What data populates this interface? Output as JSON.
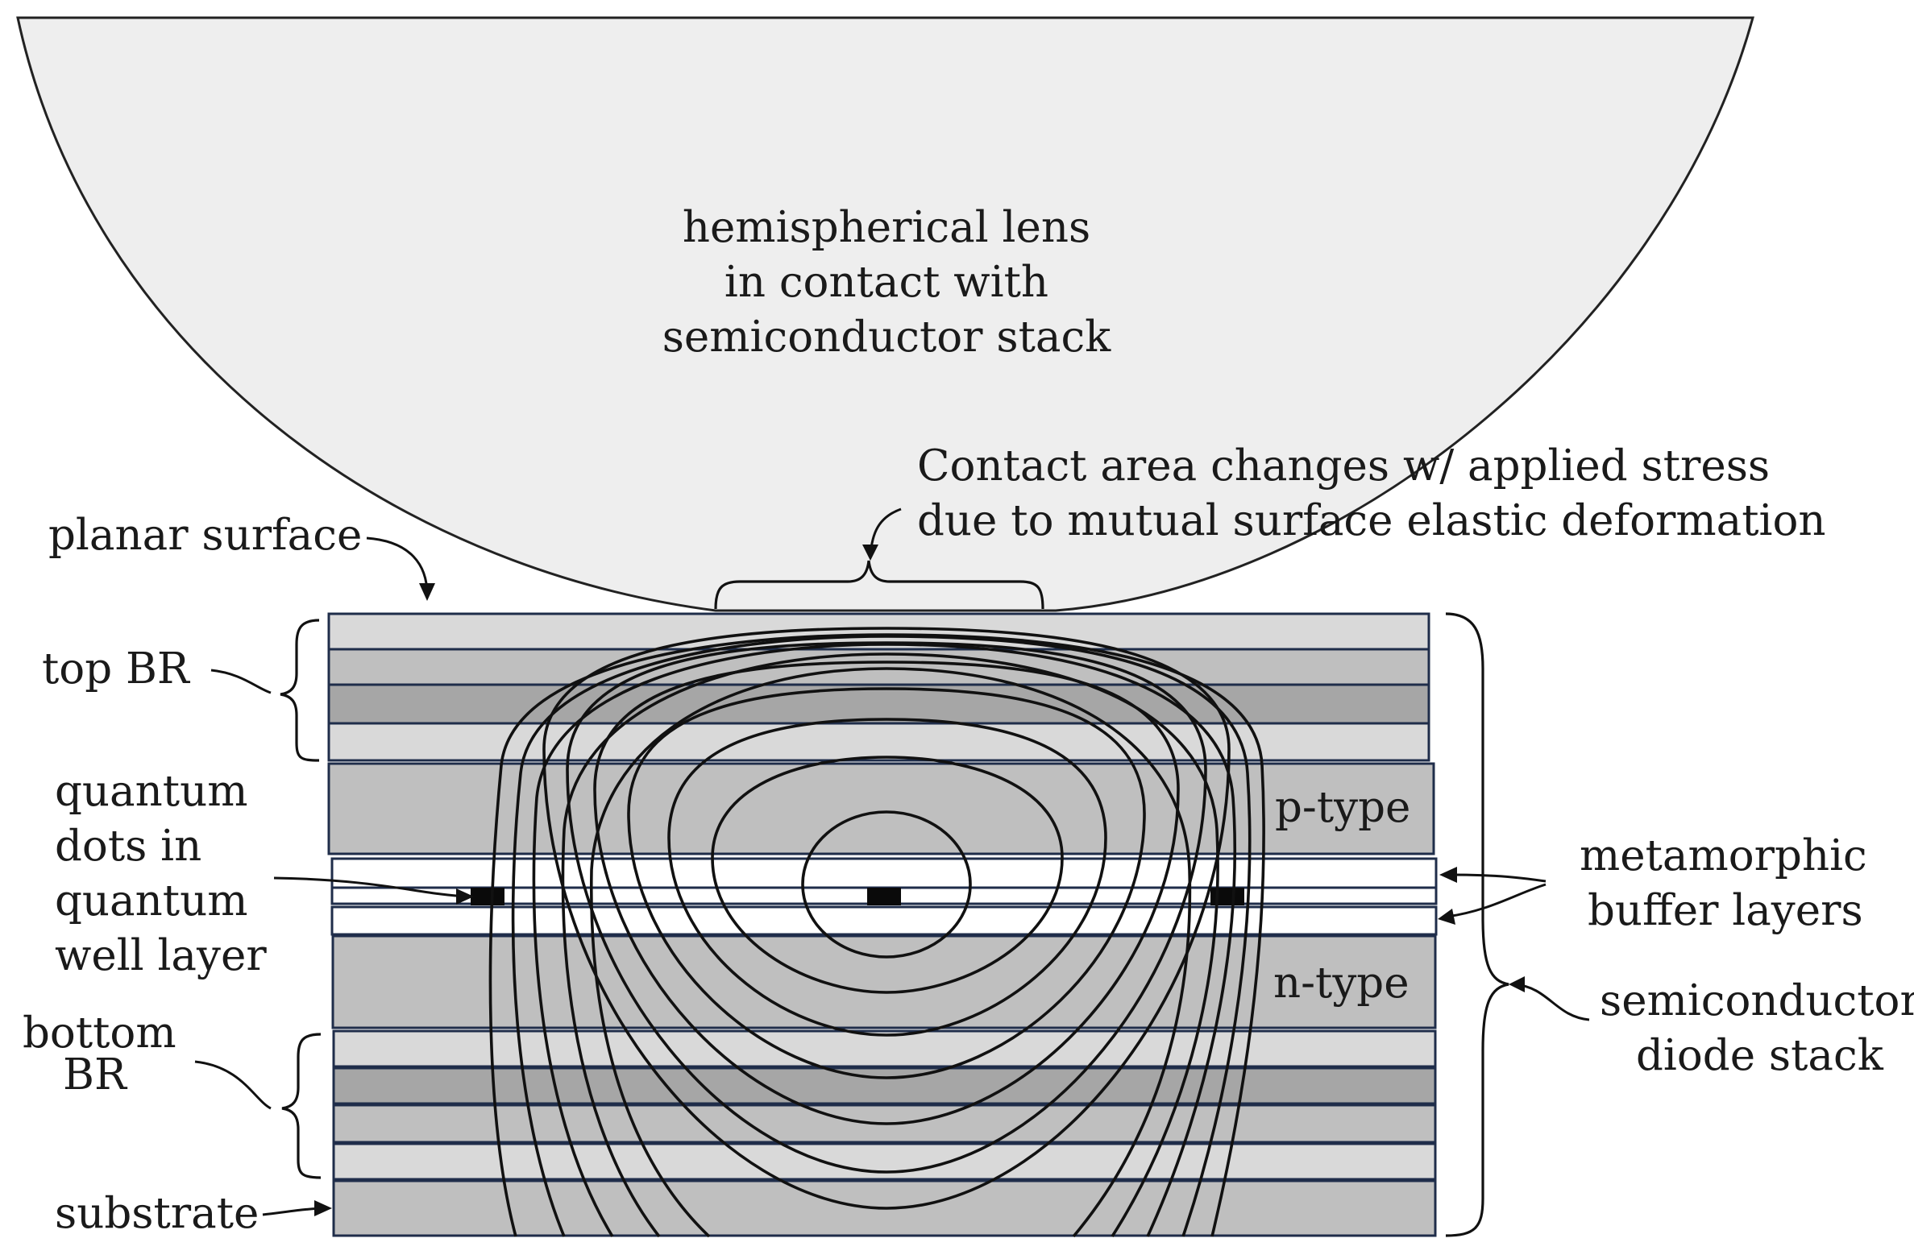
{
  "labels": {
    "lens_line1": "hemispherical lens",
    "lens_line2": "in contact with",
    "lens_line3": "semiconductor stack",
    "contact_line1": "Contact area changes w/ applied stress",
    "contact_line2": "due to mutual surface elastic deformation",
    "planar_surface": "planar surface",
    "top_br": "top BR",
    "qd_line1": "quantum",
    "qd_line2": "dots in",
    "qd_line3": "quantum",
    "qd_line4": "well layer",
    "bottom_br_line1": "bottom",
    "bottom_br_line2": "BR",
    "substrate": "substrate",
    "p_type": "p-type",
    "n_type": "n-type",
    "meta_line1": "metamorphic",
    "meta_line2": "buffer layers",
    "stack_line1": "semiconductor",
    "stack_line2": "diode stack"
  },
  "colors": {
    "lens_fill": "#eeeeee",
    "layer_light": "#d9d9d9",
    "layer_mid": "#bfbfbf",
    "layer_dark": "#a6a6a6",
    "buffer_fill": "#ffffff",
    "dot_fill": "#0a0a0a",
    "stroke": "#111111"
  }
}
